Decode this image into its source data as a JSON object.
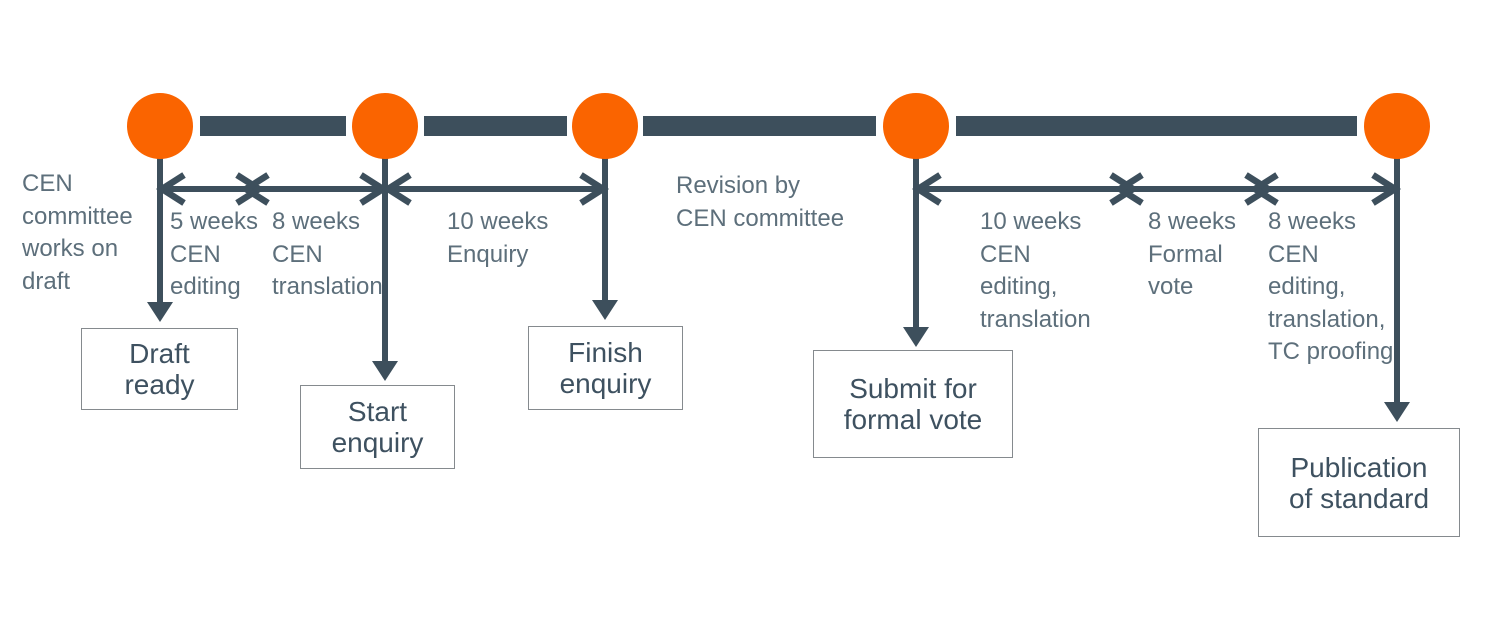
{
  "colors": {
    "node_orange": "#FA6400",
    "line_slate": "#3D4F5C",
    "note_text": "#5D6F7B",
    "milestone_text": "#3E5160",
    "milestone_border": "#858A8E"
  },
  "timeline": {
    "left_note": "CEN\ncommittee\nworks on\ndraft",
    "revision_note": "Revision by\nCEN committee",
    "durations": [
      {
        "label": "5 weeks\nCEN\nediting"
      },
      {
        "label": "8 weeks\nCEN\ntranslation"
      },
      {
        "label": "10 weeks\nEnquiry"
      },
      {
        "label": "10 weeks\nCEN\nediting,\ntranslation"
      },
      {
        "label": "8 weeks\nFormal\nvote"
      },
      {
        "label": "8 weeks\nCEN\nediting,\ntranslation,\nTC proofing"
      }
    ],
    "milestones": [
      {
        "label": "Draft\nready"
      },
      {
        "label": "Start\nenquiry"
      },
      {
        "label": "Finish\nenquiry"
      },
      {
        "label": "Submit for\nformal vote"
      },
      {
        "label": "Publication\nof standard"
      }
    ]
  }
}
